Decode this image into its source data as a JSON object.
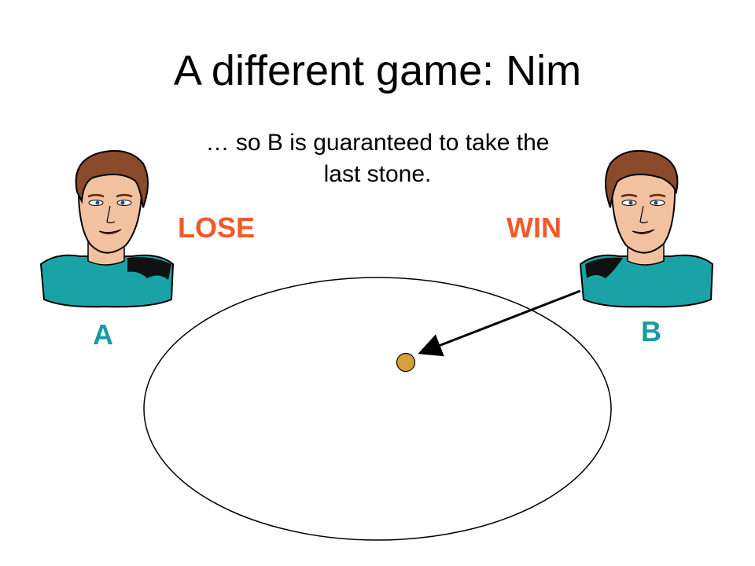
{
  "slide": {
    "title": "A different game: Nim",
    "subtitle": "… so B is guaranteed to take the last stone.",
    "outcomes": {
      "lose": "LOSE",
      "win": "WIN"
    },
    "players": {
      "a": "A",
      "b": "B"
    }
  },
  "colors": {
    "outcome_text": "#f05a28",
    "player_label": "#1a9aa0",
    "stone": "#d4a13a",
    "shirt": "#1aa3a6",
    "hair": "#8a4a2c",
    "skin": "#f2c2a0"
  }
}
